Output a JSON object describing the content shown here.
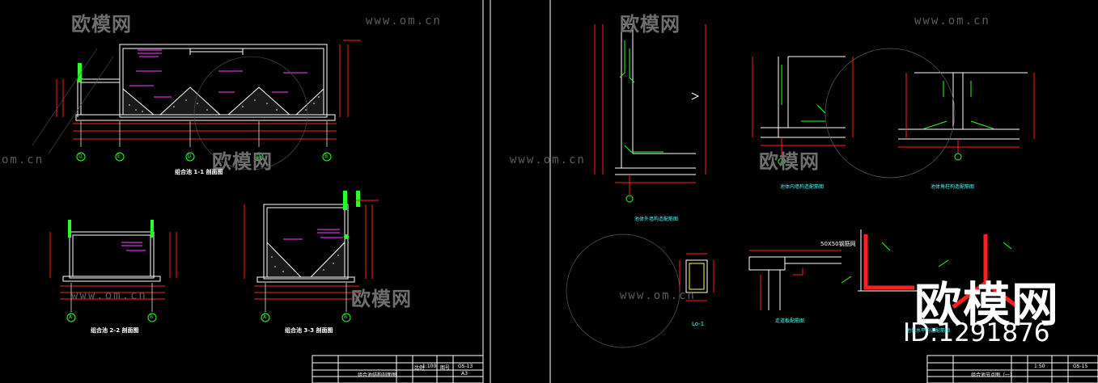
{
  "watermark": {
    "brand": "欧模网",
    "url": "www.om.cn",
    "url_short": "om.cn",
    "big_brand": "欧模网",
    "big_id": "ID:1291876"
  },
  "left_sheet": {
    "captions": {
      "section_1": "组合池 1-1 剖面图",
      "section_2": "组合池 2-2 剖面图",
      "section_3": "组合池 3-3 剖面图"
    },
    "axis_labels": [
      "D",
      "E",
      "D",
      "D",
      "B",
      "A",
      "B",
      "A",
      "B"
    ],
    "title_block": {
      "drawing_title": "组合池结构剖面图",
      "scale_label": "比例",
      "scale": "1:100",
      "sheet_label": "图号",
      "sheet_no": "GS-13",
      "size": "A3"
    }
  },
  "right_sheet": {
    "captions": {
      "detail_a": "池体外墙构造配筋图",
      "detail_b": "池体内墙构造配筋图",
      "detail_c": "池体角柱构造配筋图",
      "detail_d": "Lo-1",
      "detail_e": "走道板配筋图",
      "detail_f": "池体水平构造配筋图"
    },
    "annotation": "50X50钢筋网",
    "title_block": {
      "drawing_title": "组合池节点图（一）",
      "scale": "1:50",
      "sheet_no": "GS-15"
    }
  },
  "colors": {
    "background": "#000000",
    "line_white": "#ffffff",
    "line_red": "#ff2020",
    "line_green": "#2bff2b",
    "line_cyan": "#40ffff",
    "line_magenta": "#ff40ff",
    "watermark": "#6e6e6e"
  }
}
